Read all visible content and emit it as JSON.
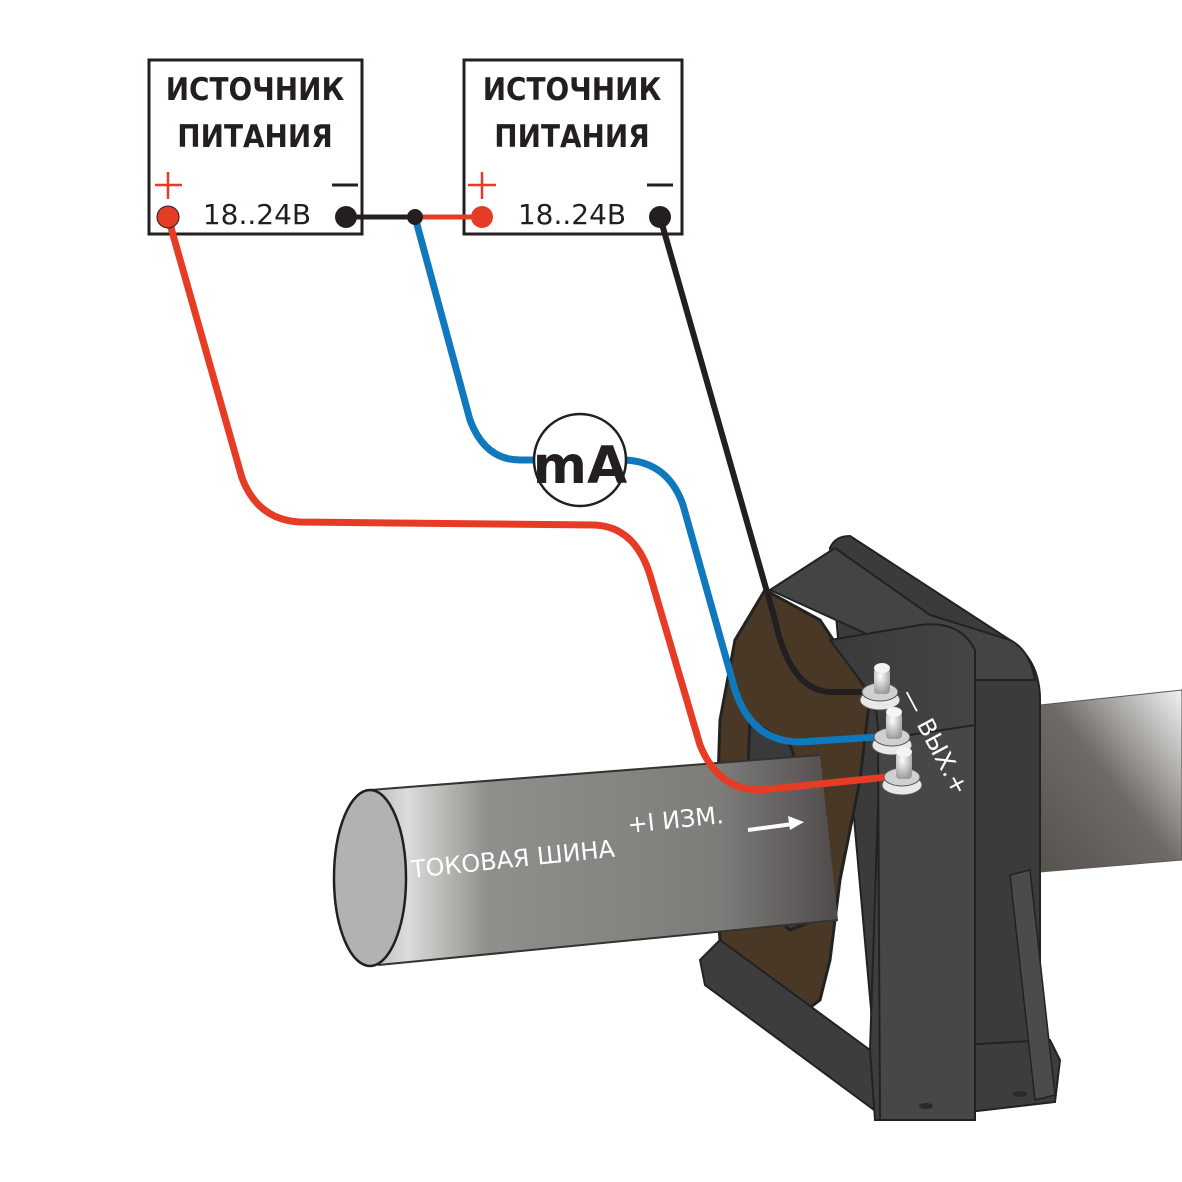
{
  "diagram": {
    "title": "Connection diagram of current sensor with two power supplies",
    "power_supplies": [
      {
        "id": "psu-1",
        "title_line1": "ИСТОЧНИК",
        "title_line2": "ПИТАНИЯ",
        "voltage": "18..24В",
        "plus_label": "+",
        "minus_label": "—"
      },
      {
        "id": "psu-2",
        "title_line1": "ИСТОЧНИК",
        "title_line2": "ПИТАНИЯ",
        "voltage": "18..24В",
        "plus_label": "+",
        "minus_label": "—"
      }
    ],
    "meter": {
      "label": "mA"
    },
    "bus_bar": {
      "label": "ТОКОВАЯ ШИНА",
      "current_label": "+I ИЗМ.",
      "arrow": "arrow-right"
    },
    "sensor": {
      "terminal_minus": "—",
      "terminal_label": "ВЫХ.",
      "terminal_plus": "+"
    },
    "wires": [
      {
        "name": "red-wire-psu1-plus-to-sensor-plus",
        "color": "#e63b24"
      },
      {
        "name": "black-wire-psu1-minus-to-psu2-plus",
        "color": "#231f20"
      },
      {
        "name": "red-link-to-psu2-plus",
        "color": "#e63b24"
      },
      {
        "name": "blue-wire-junction-to-meter-to-sensor-out",
        "color": "#1078bd"
      },
      {
        "name": "black-wire-psu2-minus-to-sensor-minus",
        "color": "#231f20"
      }
    ],
    "colors": {
      "red": "#e63b24",
      "blue": "#1078bd",
      "black": "#231f20",
      "sensor_body": "#3f3f40",
      "sensor_core": "#4a3826",
      "bus_bar": "#8a8a87"
    }
  }
}
